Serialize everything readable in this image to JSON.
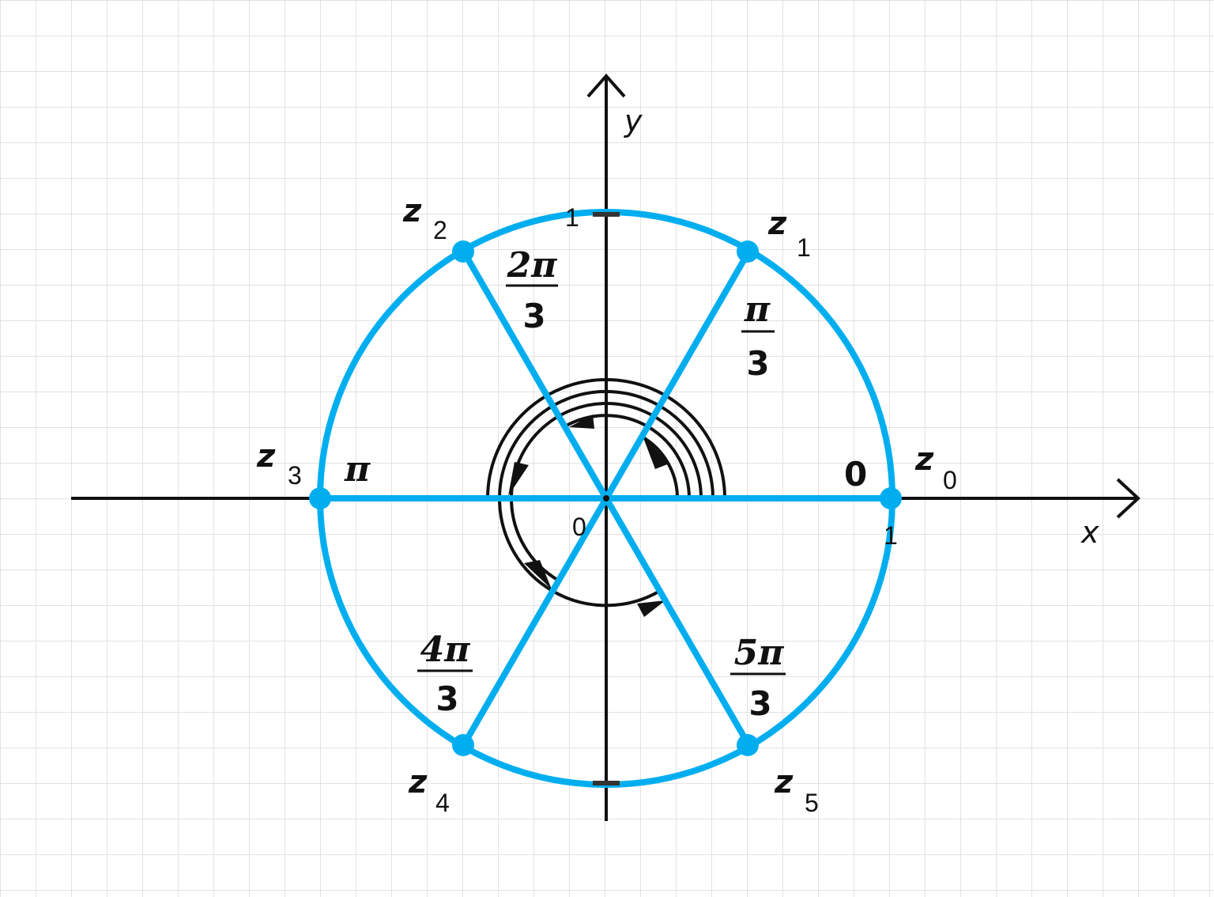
{
  "axes": {
    "x_label": "x",
    "y_label": "y"
  },
  "ticks": {
    "origin": "0",
    "x_one": "1",
    "y_one": "1"
  },
  "roots": [
    {
      "name": "z",
      "index": "0",
      "angle": "0"
    },
    {
      "name": "z",
      "index": "1",
      "angle_num": "π",
      "angle_den": "3"
    },
    {
      "name": "z",
      "index": "2",
      "angle_num": "2π",
      "angle_den": "3"
    },
    {
      "name": "z",
      "index": "3",
      "angle": "π"
    },
    {
      "name": "z",
      "index": "4",
      "angle_num": "4π",
      "angle_den": "3"
    },
    {
      "name": "z",
      "index": "5",
      "angle_num": "5π",
      "angle_den": "3"
    }
  ],
  "colors": {
    "circle": "#00AEEF",
    "axes": "#111111",
    "grid": "#E2E2E2",
    "arcs": "#111111"
  },
  "icons": {
    "x_axis_arrow": "arrow-right-icon",
    "y_axis_arrow": "arrow-up-icon",
    "arc_arrows": "arrowhead-icon"
  }
}
